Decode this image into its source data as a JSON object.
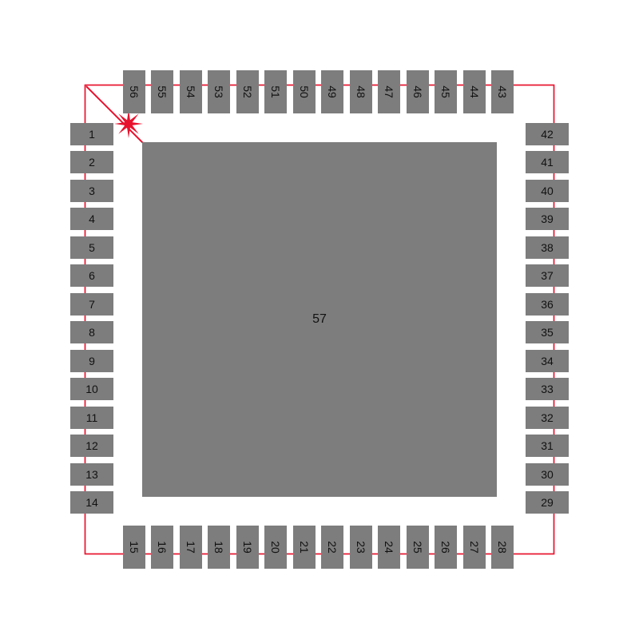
{
  "colors": {
    "outline_red": "#e8112d",
    "pad_gray": "#7d7d7d",
    "number_black": "#111111",
    "background": "#ffffff"
  },
  "pins": {
    "left_top_to_bottom": [
      "1",
      "2",
      "3",
      "4",
      "5",
      "6",
      "7",
      "8",
      "9",
      "10",
      "11",
      "12",
      "13",
      "14"
    ],
    "bottom_left_to_right": [
      "15",
      "16",
      "17",
      "18",
      "19",
      "20",
      "21",
      "22",
      "23",
      "24",
      "25",
      "26",
      "27",
      "28"
    ],
    "right_top_to_bottom": [
      "42",
      "41",
      "40",
      "39",
      "38",
      "37",
      "36",
      "35",
      "34",
      "33",
      "32",
      "31",
      "30",
      "29"
    ],
    "top_left_to_right": [
      "56",
      "55",
      "54",
      "53",
      "52",
      "51",
      "50",
      "49",
      "48",
      "47",
      "46",
      "45",
      "44",
      "43"
    ]
  },
  "center_pad": {
    "label": "57"
  },
  "marker": {
    "name": "pin1-marker",
    "glyph": "eight-point-asterisk"
  }
}
